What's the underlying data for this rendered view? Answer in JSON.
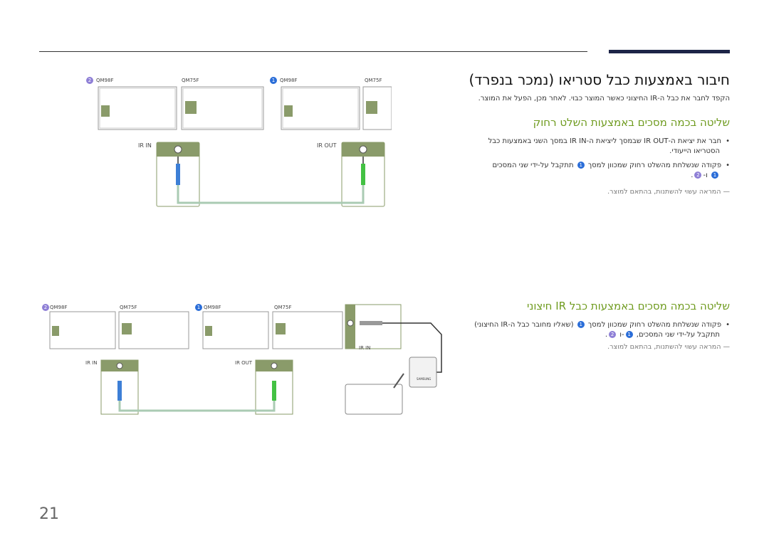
{
  "page": {
    "number": "21"
  },
  "title": "חיבור באמצעות כבל סטריאו (נמכר בנפרד)",
  "intro": "הקפד לחבר את כבל ה-IR החיצוני כאשר המוצר כבוי. לאחר מכן, הפעל את המוצר.",
  "section1": {
    "heading": "שליטה בכמה מסכים באמצעות השלט רחוק",
    "bullet1_line1": "חבר את יציאת ה-IR OUT שבמסך ליציאת ה-IR IN במסך השני באמצעות כבל",
    "bullet1_line2": "הסטריאו הייעודי.",
    "bullet2_line1": "פקודה שנשלחת מהשלט רחוק שמכוון למסך",
    "bullet2_line1b": "תתקבל על-ידי שני המסכים",
    "bullet2_line2": "ו-",
    "note": "המראה עשוי להשתנות, בהתאם למוצר."
  },
  "section2": {
    "heading": "שליטה בכמה מסכים באמצעות כבל IR חיצוני",
    "bullet1_line1": "פקודה שנשלחת מהשלט רחוק שמכוון למסך",
    "bullet1_line1b": "(שאליו מחובר כבל ה-IR החיצוני)",
    "bullet1_line2": "תתקבל על-ידי שני המסכים,",
    "note": "המראה עשוי להשתנות, בהתאם למוצר."
  },
  "markers": {
    "one": "1",
    "two": "2"
  },
  "diagram1": {
    "labels": {
      "qm98f_a": "QM98F",
      "qm75f_a": "QM75F",
      "qm98f_b": "QM98F",
      "qm75f_b": "QM75F"
    },
    "ir_in": "IR IN",
    "ir_out": "IR OUT"
  },
  "diagram2": {
    "labels": {
      "qm98f_a": "QM98F",
      "qm75f_a": "QM75F",
      "qm98f_b": "QM98F",
      "qm75f_b": "QM75F"
    },
    "ir_in": "IR IN",
    "ir_out": "IR OUT",
    "ir_in_ext": "IR IN",
    "brand": "SAMSUNG"
  },
  "colors": {
    "accent": "#6f9b1f",
    "navy": "#1d2447",
    "marker": "#2a6dd8",
    "marker2": "#8e7fd6",
    "panel": "#8a9b6a",
    "jack_blue": "#3d7fd6",
    "jack_green": "#43c143"
  }
}
